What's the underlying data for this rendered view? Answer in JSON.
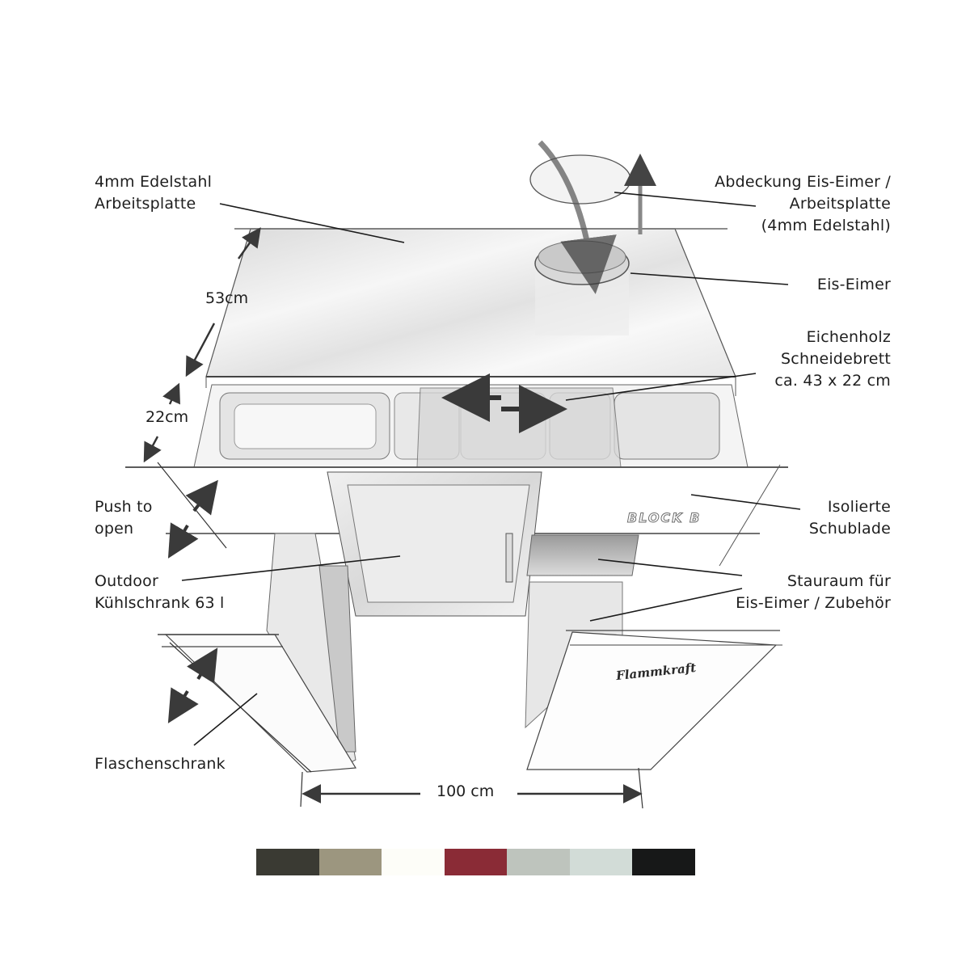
{
  "diagram": {
    "subject": "Outdoor kitchen bar module sketch",
    "labels": {
      "countertop": [
        "4mm Edelstahl",
        "Arbeitsplatte"
      ],
      "lid": [
        "Abdeckung Eis-Eimer /",
        "Arbeitsplatte",
        "(4mm Edelstahl)"
      ],
      "ice_bucket": [
        "Eis-Eimer"
      ],
      "cutting_board": [
        "Eichenholz",
        "Schneidebrett",
        "ca. 43 x 22 cm"
      ],
      "push_to_open": [
        "Push to",
        "open"
      ],
      "insulated_drawer": [
        "Isolierte",
        "Schublade"
      ],
      "fridge": [
        "Outdoor",
        "Kühlschrank 63 l"
      ],
      "storage": [
        "Stauraum für",
        "Eis-Eimer / Zubehör"
      ],
      "bottle_cabinet": [
        "Flaschenschrank"
      ]
    },
    "dimensions": {
      "depth": "53cm",
      "drawer_height": "22cm",
      "width": "100 cm"
    },
    "brands": {
      "drawer_logo": "BLOCK B",
      "door_logo": "Flammkraft"
    }
  },
  "color_options": [
    {
      "name": "anthracite",
      "hex": "#3a3a33"
    },
    {
      "name": "grey-beige",
      "hex": "#9c967f"
    },
    {
      "name": "white",
      "hex": "#fdfdf8"
    },
    {
      "name": "wine-red",
      "hex": "#8a2b36"
    },
    {
      "name": "light-grey",
      "hex": "#bec4bd"
    },
    {
      "name": "pale-grey",
      "hex": "#d2dcd7"
    },
    {
      "name": "black",
      "hex": "#171818"
    }
  ]
}
